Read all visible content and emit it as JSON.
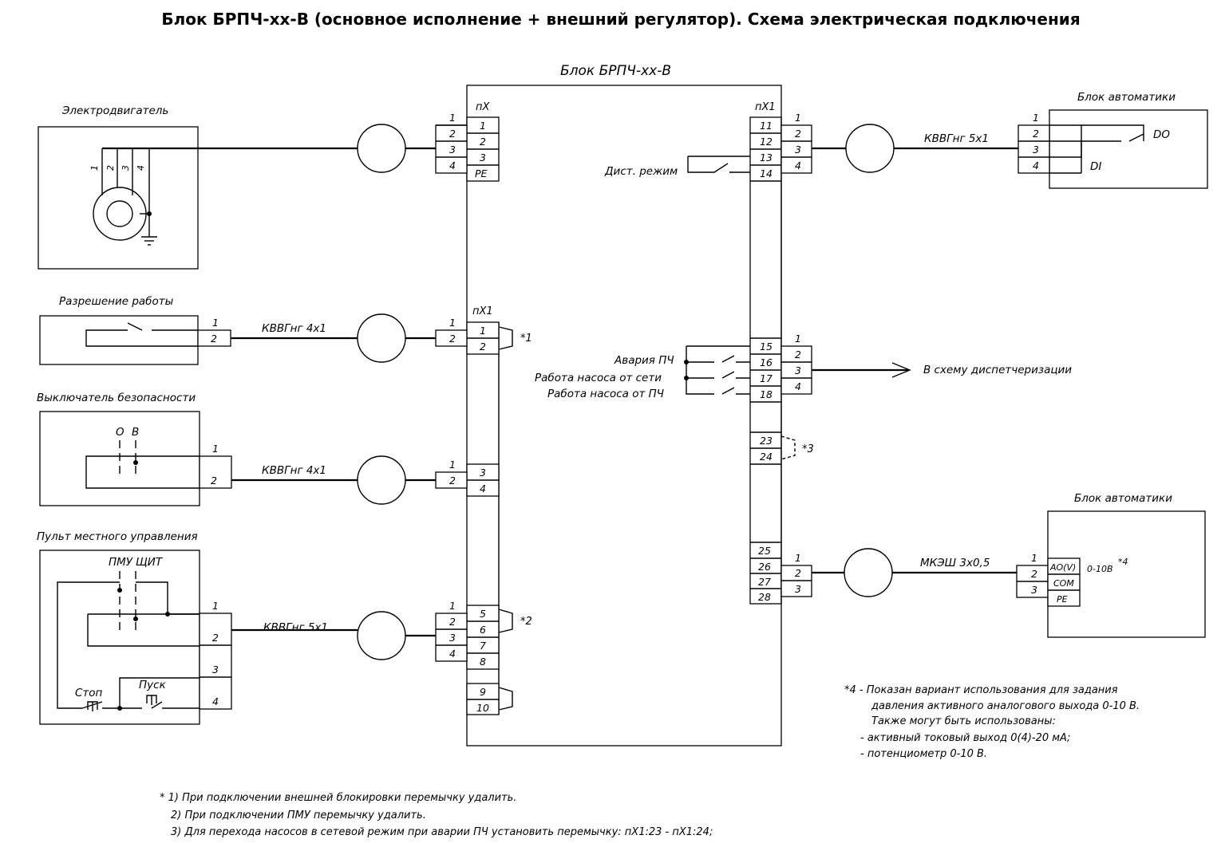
{
  "title": "Блок БРПЧ-хх-В (основное исполнение + внешний регулятор). Схема электрическая подключения",
  "main_unit": {
    "label": "Блок БРПЧ-хх-В",
    "left_strip": "пХ",
    "left_strip2": "пХ1",
    "right_strip": "пХ1"
  },
  "motor": {
    "label": "Электродвигатель",
    "wires": [
      "1",
      "2",
      "3",
      "4"
    ]
  },
  "run_permit": {
    "label": "Разрешение работы",
    "cable": "КВВГнг 4х1"
  },
  "safety_switch": {
    "label": "Выключатель безопасности",
    "positions": [
      "О",
      "В"
    ],
    "cable": "КВВГнг 4х1"
  },
  "local_panel": {
    "label": "Пульт местного управления",
    "pmu": "ПМУ",
    "shchit": "ЩИТ",
    "stop": "Стоп",
    "start": "Пуск",
    "cable": "КВВГнг 5х1"
  },
  "terminals": {
    "nx": [
      "1",
      "2",
      "3",
      "PE"
    ],
    "nx1_left": [
      "1",
      "2",
      "3",
      "4",
      "5",
      "6",
      "7",
      "8",
      "9",
      "10"
    ],
    "nx1_right_top": [
      "11",
      "12",
      "13",
      "14"
    ],
    "nx1_right_mid": [
      "15",
      "16",
      "17",
      "18"
    ],
    "nx1_right_jump": [
      "23",
      "24"
    ],
    "nx1_right_bot": [
      "25",
      "26",
      "27",
      "28"
    ]
  },
  "ext_terminals": [
    "1",
    "2",
    "3",
    "4"
  ],
  "remote_mode": "Дист. режим",
  "automation_top": {
    "label": "Блок автоматики",
    "cable": "КВВГнг 5х1",
    "do": "DO",
    "di": "DI"
  },
  "dispatch": {
    "labels": [
      "Авария ПЧ",
      "Работа насоса от сети",
      "Работа насоса от ПЧ"
    ],
    "target": "В схему диспетчеризации"
  },
  "automation_bottom": {
    "label": "Блок автоматики",
    "cable": "МКЭШ 3х0,5",
    "terms": [
      "AO(V)",
      "COM",
      "PE"
    ],
    "range": "0-10В",
    "mark": "*4"
  },
  "marks": {
    "m1": "*1",
    "m2": "*2",
    "m3": "*3"
  },
  "note4": [
    "*4 - Показан вариант использования  для задания",
    "давления активного аналогового выхода 0-10 В.",
    "Также могут быть использованы:",
    "- активный токовый выход 0(4)-20 мА;",
    "- потенциометр 0-10 В."
  ],
  "footnotes": [
    "* 1) При подключении внешней блокировки перемычку удалить.",
    "2) При подключении ПМУ перемычку удалить.",
    "3) Для перехода насосов в сетевой режим при аварии ПЧ установить перемычку: пХ1:23 - пХ1:24;"
  ],
  "colors": {
    "ink": "#000000",
    "paper": "#ffffff"
  }
}
